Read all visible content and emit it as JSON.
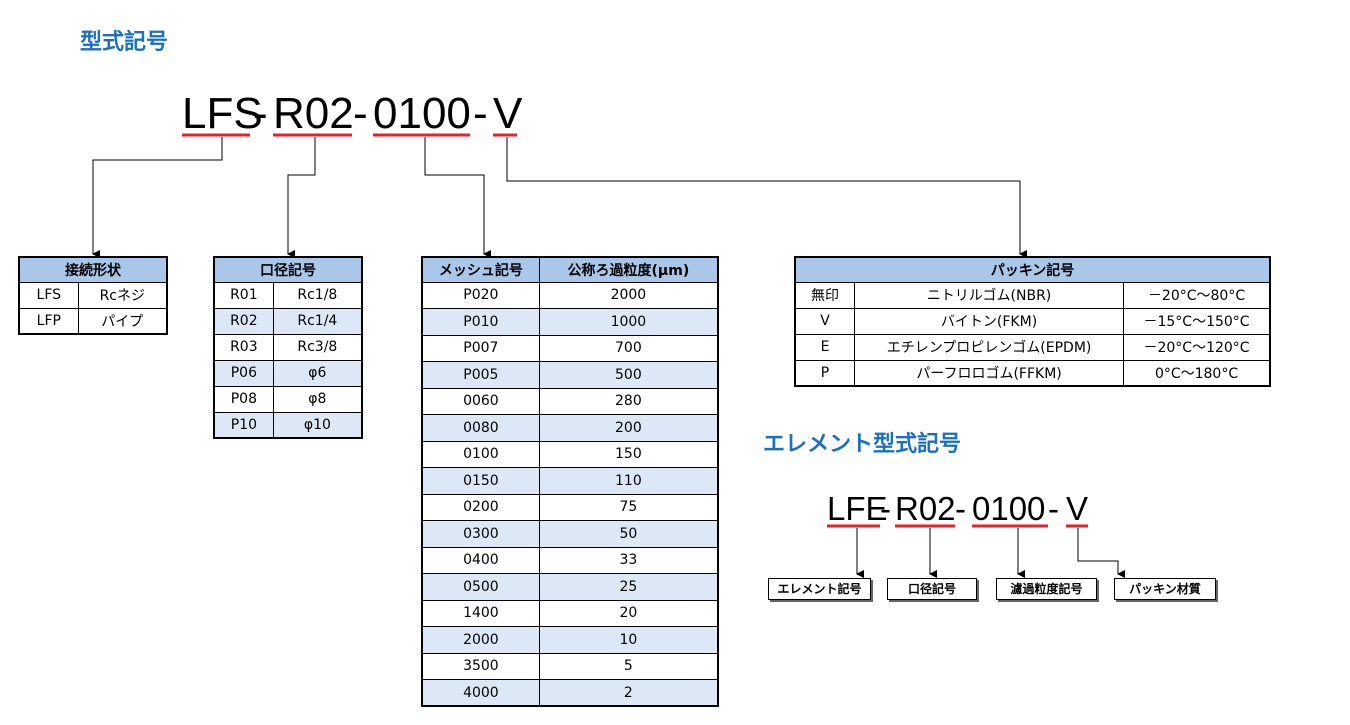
{
  "title": "型式記号",
  "model_code": {
    "segments": [
      {
        "text": "LFS",
        "sep": "-"
      },
      {
        "text": "R02",
        "sep": "-"
      },
      {
        "text": "0100",
        "sep": "-"
      },
      {
        "text": "V",
        "sep": ""
      }
    ]
  },
  "connection_table": {
    "header": "接続形状",
    "rows": [
      [
        "LFS",
        "Rcネジ"
      ],
      [
        "LFP",
        "パイプ"
      ]
    ]
  },
  "port_table": {
    "header": "口径記号",
    "rows": [
      [
        "R01",
        "Rc1/8"
      ],
      [
        "R02",
        "Rc1/4"
      ],
      [
        "R03",
        "Rc3/8"
      ],
      [
        "P06",
        "φ6"
      ],
      [
        "P08",
        "φ8"
      ],
      [
        "P10",
        "φ10"
      ]
    ]
  },
  "mesh_table": {
    "headers": [
      "メッシュ記号",
      "公称ろ過粒度(μm)"
    ],
    "rows": [
      [
        "P020",
        "2000"
      ],
      [
        "P010",
        "1000"
      ],
      [
        "P007",
        "700"
      ],
      [
        "P005",
        "500"
      ],
      [
        "0060",
        "280"
      ],
      [
        "0080",
        "200"
      ],
      [
        "0100",
        "150"
      ],
      [
        "0150",
        "110"
      ],
      [
        "0200",
        "75"
      ],
      [
        "0300",
        "50"
      ],
      [
        "0400",
        "33"
      ],
      [
        "0500",
        "25"
      ],
      [
        "1400",
        "20"
      ],
      [
        "2000",
        "10"
      ],
      [
        "3500",
        "5"
      ],
      [
        "4000",
        "2"
      ]
    ]
  },
  "packing_table": {
    "header": "パッキン記号",
    "rows": [
      [
        "無印",
        "ニトリルゴム(NBR)",
        "－20°C～80°C"
      ],
      [
        "V",
        "バイトン(FKM)",
        "－15°C～150°C"
      ],
      [
        "E",
        "エチレンプロピレンゴム(EPDM)",
        "－20°C～120°C"
      ],
      [
        "P",
        "パーフロロゴム(FFKM)",
        "0°C～180°C"
      ]
    ]
  },
  "element_section": {
    "title": "エレメント型式記号",
    "model_code": {
      "segments": [
        {
          "text": "LFE",
          "sep": "-"
        },
        {
          "text": "R02",
          "sep": "-"
        },
        {
          "text": "0100",
          "sep": "-"
        },
        {
          "text": "V",
          "sep": ""
        }
      ]
    },
    "boxes": [
      "エレメント記号",
      "口径記号",
      "濾過粒度記号",
      "パッキン材質"
    ]
  },
  "colors": {
    "accent": "#1a6fc0",
    "underline": "#e8202a",
    "header_fill": "#a9c7e8",
    "row_shade": "#dce8f6"
  }
}
